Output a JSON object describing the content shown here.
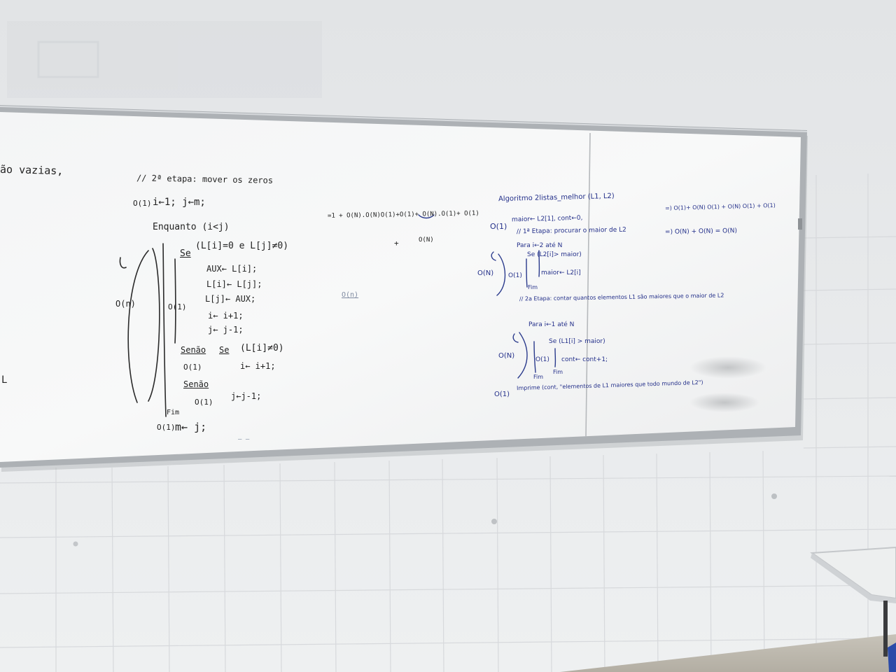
{
  "board": {
    "left_edge": {
      "text": "ão vazias,",
      "letter": "L"
    },
    "left_code": {
      "header": "// 2ª etapa: mover os zeros",
      "init_cost": "O(1)",
      "init": "i←1; j←m;",
      "loop": "Enquanto (i<j)",
      "outer_cost": "O(n)",
      "inner_cost": "O(1)",
      "if_kw": "Se",
      "if_cond": "(L[i]=0 e L[j]≠0)",
      "body": [
        "AUX← L[i];",
        "L[i]← L[j];",
        "L[j]← AUX;",
        "i← i+1;",
        "j← j-1;"
      ],
      "else1_kw": "Senão",
      "else1_se": "Se",
      "else1_cond": "(L[i]≠0)",
      "else1_cost": "O(1)",
      "else1_stmt": "i← i+1;",
      "else2_kw": "Senão",
      "else2_cost": "O(1)",
      "else2_stmt": "j←j-1;",
      "end": "Fim",
      "final_cost": "O(1)",
      "final": "m← j;"
    },
    "middle": {
      "sum": "=1 + O(N).O(N)O(1)+O(1)+ O(N).O(1)+ O(1)",
      "sum2_plus": "+",
      "sum2": "O(N)",
      "note": "O(n)"
    },
    "right_code": {
      "title": "Algoritmo 2listas_melhor (L1, L2)",
      "line1_cost": "O(1)",
      "line1": "maior← L2[1], cont←0,",
      "etapa1": "// 1ª Etapa: procurar o maior de L2",
      "loop1": "Para i←2 até N",
      "loop1_cost": "O(N)",
      "if1_cost": "O(1)",
      "if1": "Se (L2[i]> maior)",
      "if1_body": "maior← L2[i]",
      "end1": "Fim",
      "etapa2": "// 2a Etapa: contar quantos elementos L1 são maiores que o maior de L2",
      "loop2": "Para i←1 até N",
      "loop2_cost": "O(N)",
      "if2": "Se (L1[i] > maior)",
      "if2_cost": "O(1)",
      "if2_body": "cont← cont+1;",
      "end2_inner": "Fim",
      "end2": "Fim",
      "print_cost": "O(1)",
      "print": "Imprime (cont, \"elementos de L1 maiores que todo mundo de L2\")"
    },
    "right_calc": {
      "line1": "=) O(1)+ O(N) O(1) + O(N) O(1) + O(1)",
      "line2": "=) O(N) + O(N) = O(N)"
    },
    "bottom_faint": "— —"
  },
  "colors": {
    "board": "#f6f7f7",
    "frame": "#a9adb1",
    "wall": "#ebedef",
    "marker_black": "#222222",
    "marker_blue": "#24308a"
  }
}
